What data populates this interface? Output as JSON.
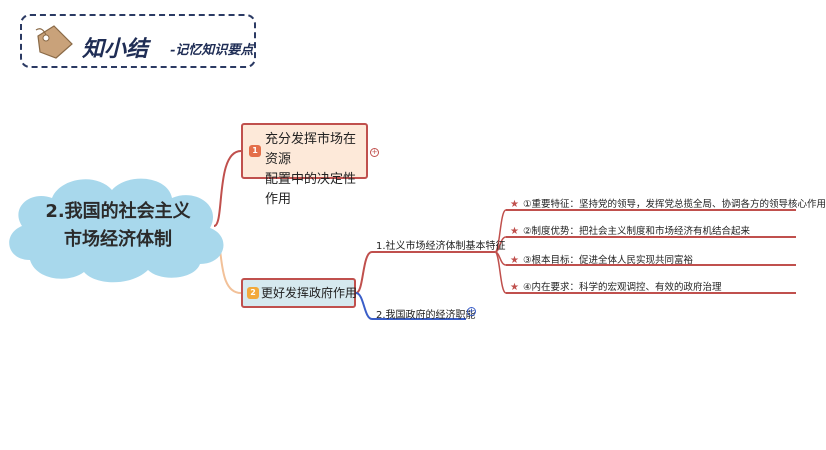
{
  "header": {
    "title": "知小结",
    "subtitle": "-记忆知识要点"
  },
  "root": {
    "line1": "2.我国的社会主义",
    "line2": "市场经济体制"
  },
  "branches": [
    {
      "badge": "1",
      "line1": "充分发挥市场在资源",
      "line2": "配置中的决定性作用",
      "expand_symbol": "+"
    },
    {
      "badge": "2",
      "label": "更好发挥政府作用",
      "children": [
        {
          "label": "1.社义市场经济体制基本特征",
          "details": [
            "①重要特征：坚持党的领导，发挥党总揽全局、协调各方的领导核心作用",
            "②制度优势：把社会主义制度和市场经济有机结合起来",
            "③根本目标：促进全体人民实现共同富裕",
            "④内在要求：科学的宏观调控、有效的政府治理"
          ]
        },
        {
          "label": "2.我国政府的经济职能",
          "expand_symbol": "+"
        }
      ]
    }
  ],
  "colors": {
    "red_accent": "#c0504d",
    "blue_accent": "#3a5ec8",
    "cloud_fill": "#a8d8ec",
    "node1_fill": "#fde9d9",
    "node2_fill": "#d6e9ef",
    "header_ink": "#1f2d55"
  },
  "icons": {
    "header": "price-tag-icon",
    "detail_marker": "star-icon"
  }
}
